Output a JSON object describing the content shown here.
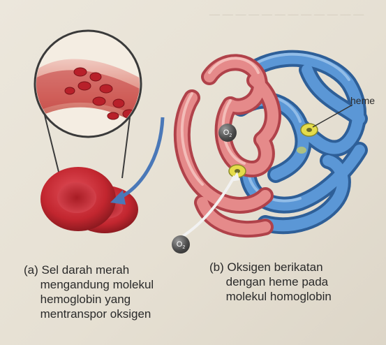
{
  "diagram": {
    "label_heme": "heme",
    "label_o2_a": "O",
    "label_o2_a_sub": "2",
    "label_o2_b": "O",
    "label_o2_b_sub": "2",
    "caption_a": "(a) Sel darah merah\n     mengandung molekul\n     hemoglobin yang\n     mentranspor oksigen",
    "caption_b": "(b) Oksigen berikatan\n     dengan heme pada\n     molekul homoglobin"
  },
  "colors": {
    "globin_red": "#d96a6a",
    "globin_blue": "#4a86c4",
    "heme_yellow": "#e2d84a",
    "blood_cell": "#c8313a"
  }
}
